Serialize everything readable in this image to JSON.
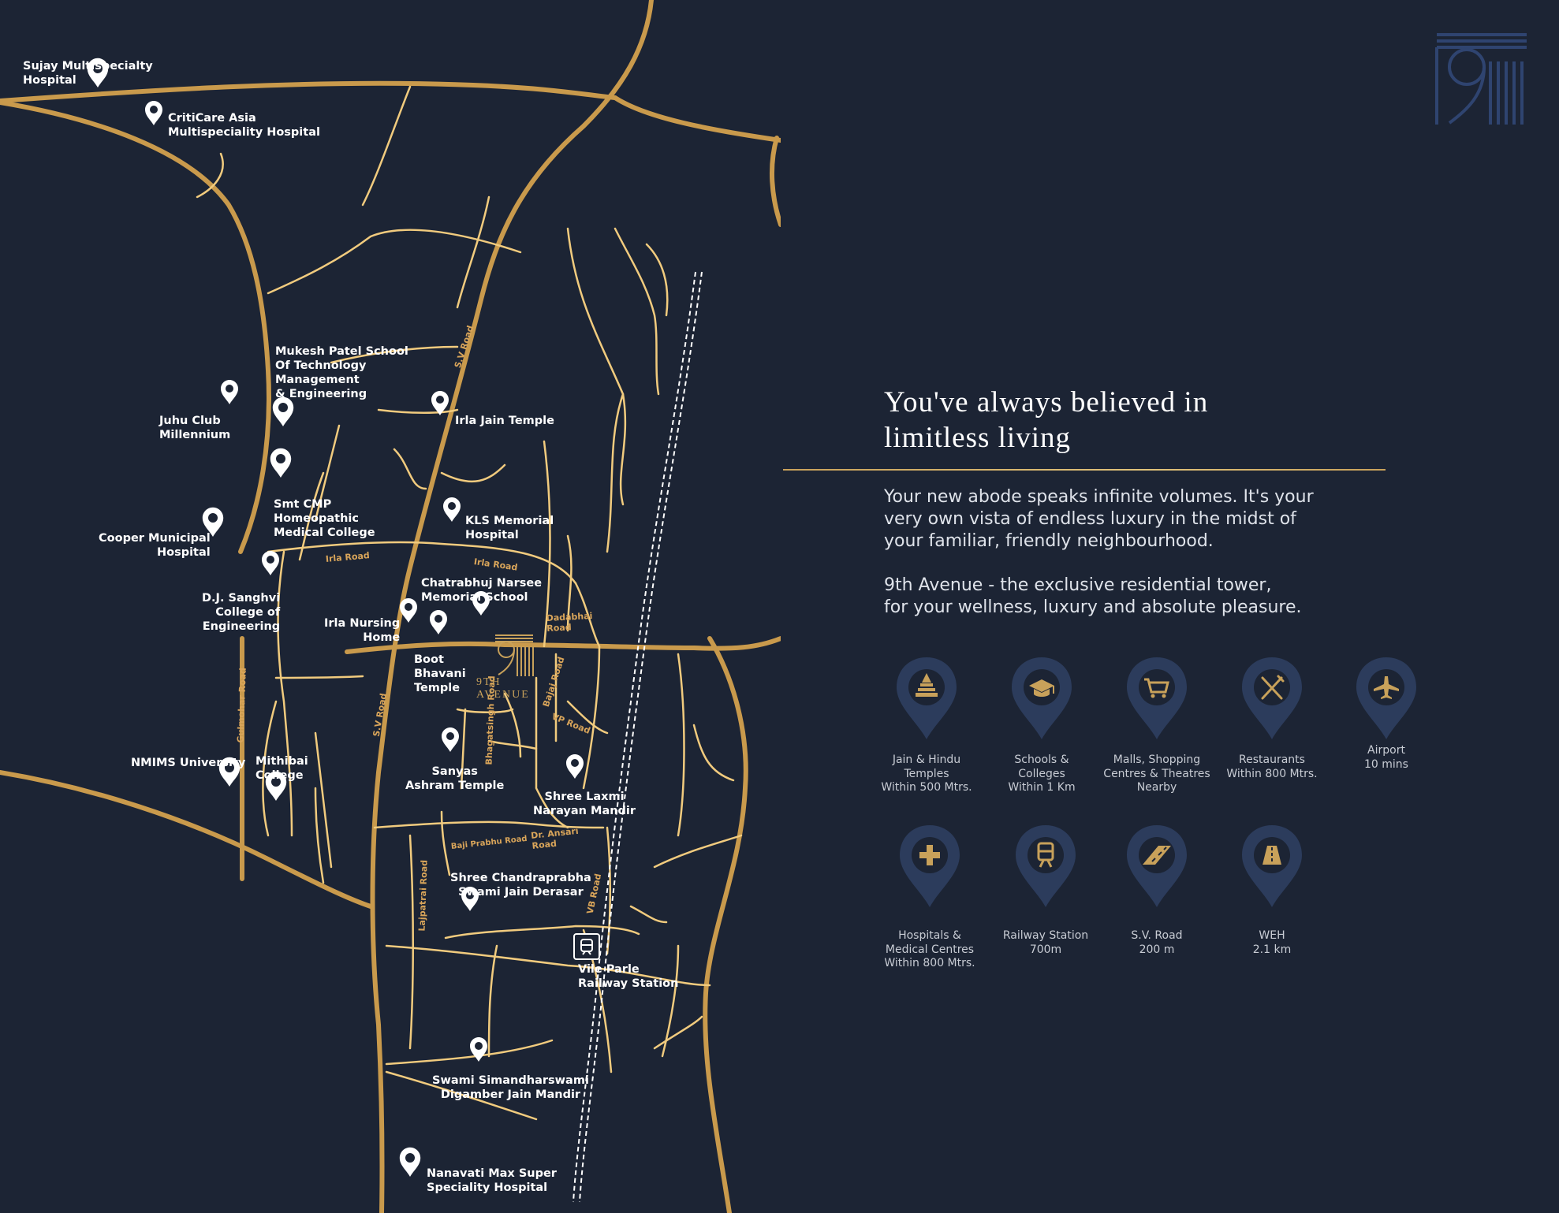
{
  "colors": {
    "background": "#1c2434",
    "road_gold": "#c99a4c",
    "road_light": "#f1cb7e",
    "railway": "#ffffff",
    "pin_white": "#ffffff",
    "amenity_pin": "#2c3c5c",
    "icon_gold": "#c8a15a"
  },
  "map": {
    "brand_logo": {
      "icon": "nine-avenue-logo-icon",
      "text": "9TH AVENUE"
    },
    "railway_station_icon": "train-icon",
    "pois": [
      {
        "id": "sujay",
        "label": "Sujay Multispecialty\nHospital"
      },
      {
        "id": "criticare",
        "label": "CritiCare Asia\nMultispeciality Hospital"
      },
      {
        "id": "mukesh",
        "label": "Mukesh Patel School\nOf Technology\nManagement\n& Engineering"
      },
      {
        "id": "juhu",
        "label": "Juhu Club\nMillennium"
      },
      {
        "id": "irla-jain",
        "label": "Irla Jain Temple"
      },
      {
        "id": "smt-cmp",
        "label": "Smt CMP\nHomeopathic\nMedical College"
      },
      {
        "id": "kls",
        "label": "KLS Memorial\nHospital"
      },
      {
        "id": "cooper",
        "label": "Cooper Municipal\nHospital"
      },
      {
        "id": "chatrabhuj",
        "label": "Chatrabhuj Narsee\nMemorial School"
      },
      {
        "id": "djsanghvi",
        "label": "D.J. Sanghvi\nCollege of\nEngineering"
      },
      {
        "id": "irla-nursing",
        "label": "Irla Nursing\nHome"
      },
      {
        "id": "boot",
        "label": "Boot\nBhavani\nTemple"
      },
      {
        "id": "nmims",
        "label": "NMIMS University"
      },
      {
        "id": "mithibai",
        "label": "Mithibai\nCollege"
      },
      {
        "id": "sanyas",
        "label": "Sanyas\nAshram Temple"
      },
      {
        "id": "shree-laxmi",
        "label": "Shree Laxmi\nNarayan Mandir"
      },
      {
        "id": "chandraprabha",
        "label": "Shree Chandraprabha\nSwami Jain Derasar"
      },
      {
        "id": "vile-parle",
        "label": "Vile Parle\nRailway Station"
      },
      {
        "id": "swami",
        "label": "Swami Simandharswami\nDigamber Jain Mandir"
      },
      {
        "id": "nanavati",
        "label": "Nanavati Max Super\nSpeciality Hospital"
      }
    ],
    "road_labels": [
      {
        "id": "sv-road-top",
        "label": "S.V Road"
      },
      {
        "id": "sv-road-bottom",
        "label": "S.V Road"
      },
      {
        "id": "irla-road-left",
        "label": "Irla Road"
      },
      {
        "id": "irla-road-right",
        "label": "Irla Road"
      },
      {
        "id": "dadabhai",
        "label": "Dadabhai\nRoad"
      },
      {
        "id": "bajaj",
        "label": "Bajaj Road"
      },
      {
        "id": "vp-road",
        "label": "VP Road"
      },
      {
        "id": "bhagatsingh",
        "label": "Bhagatsingh Road"
      },
      {
        "id": "gulmohar",
        "label": "Gulmohar Road"
      },
      {
        "id": "baji-prabhu",
        "label": "Baji Prabhu Road"
      },
      {
        "id": "dr-ansari",
        "label": "Dr. Ansari\nRoad"
      },
      {
        "id": "lajpatrai",
        "label": "Lajpatrai Road"
      },
      {
        "id": "vb-road",
        "label": "VB Road"
      }
    ]
  },
  "corner_logo": {
    "icon": "nine-logo-icon"
  },
  "headline": "You've always believed in\nlimitless living",
  "paragraphs": [
    "Your new abode speaks infinite volumes. It's your\nvery own vista of endless luxury in the midst of\nyour familiar, friendly neighbourhood.",
    "9th Avenue - the exclusive residential tower,\nfor your wellness, luxury and absolute pleasure."
  ],
  "amenities": [
    {
      "icon": "temple-icon",
      "label": "Jain & Hindu\nTemples\nWithin 500 Mtrs."
    },
    {
      "icon": "graduation-cap-icon",
      "label": "Schools &\nColleges\nWithin 1 Km"
    },
    {
      "icon": "shopping-cart-icon",
      "label": "Malls, Shopping\nCentres & Theatres\nNearby"
    },
    {
      "icon": "fork-knife-icon",
      "label": "Restaurants\nWithin 800 Mtrs."
    },
    {
      "icon": "airplane-icon",
      "label": "Airport\n10 mins"
    },
    {
      "icon": "medical-cross-icon",
      "label": "Hospitals &\nMedical Centres\nWithin 800 Mtrs."
    },
    {
      "icon": "train-icon",
      "label": "Railway Station\n700m"
    },
    {
      "icon": "road-icon",
      "label": "S.V. Road\n200 m"
    },
    {
      "icon": "highway-icon",
      "label": "WEH\n2.1 km"
    }
  ]
}
